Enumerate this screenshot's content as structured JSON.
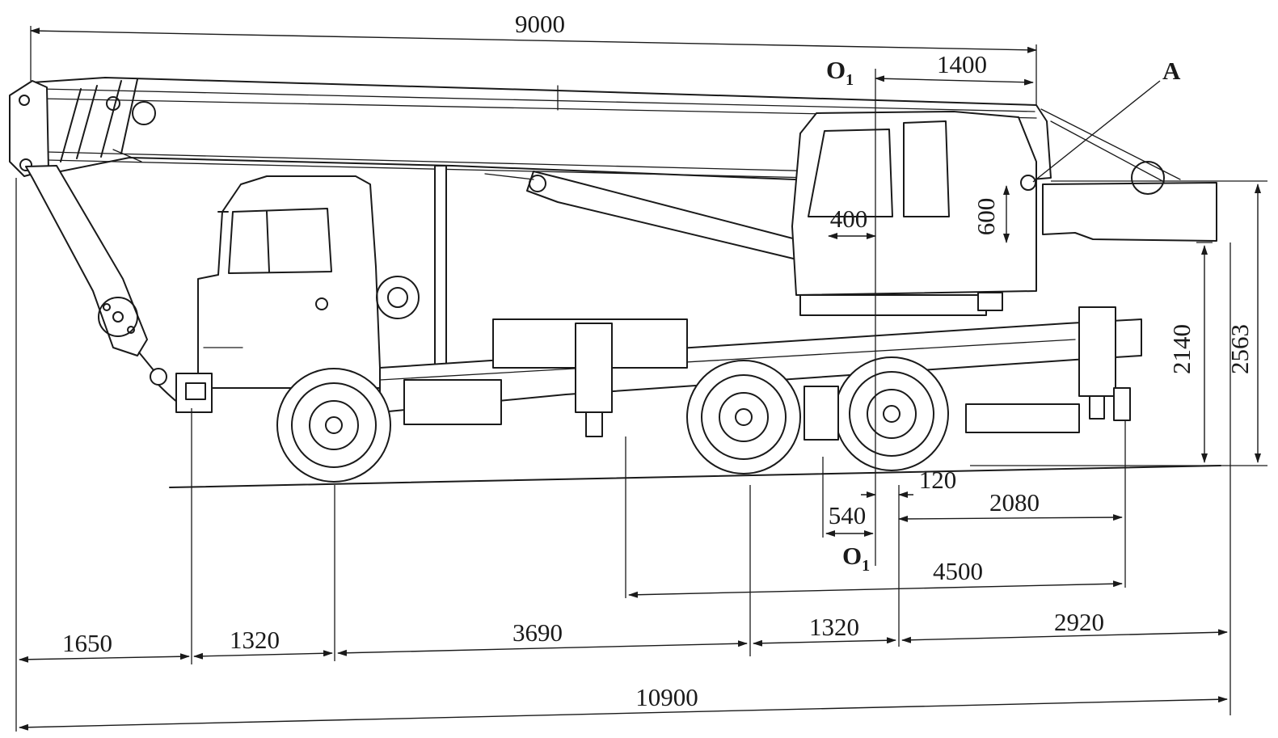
{
  "dimensions": {
    "boom_length": "9000",
    "boom_tail": "1400",
    "cabin_offset": "400",
    "pivot_height": "600",
    "frame_height": "2140",
    "total_height": "2563",
    "axis_offset_small": "120",
    "axis_offset": "540",
    "axis_to_outrigger": "2080",
    "outrigger_span": "4500",
    "front_overhang": "1650",
    "front_to_axle": "1320",
    "wheelbase": "3690",
    "rear_axle_spacing": "1320",
    "rear_overhang": "2920",
    "total_length": "10900"
  },
  "labels": {
    "axis_top": "O",
    "axis_top_sub": "1",
    "axis_bottom": "O",
    "axis_bottom_sub": "1",
    "point_a": "A"
  }
}
